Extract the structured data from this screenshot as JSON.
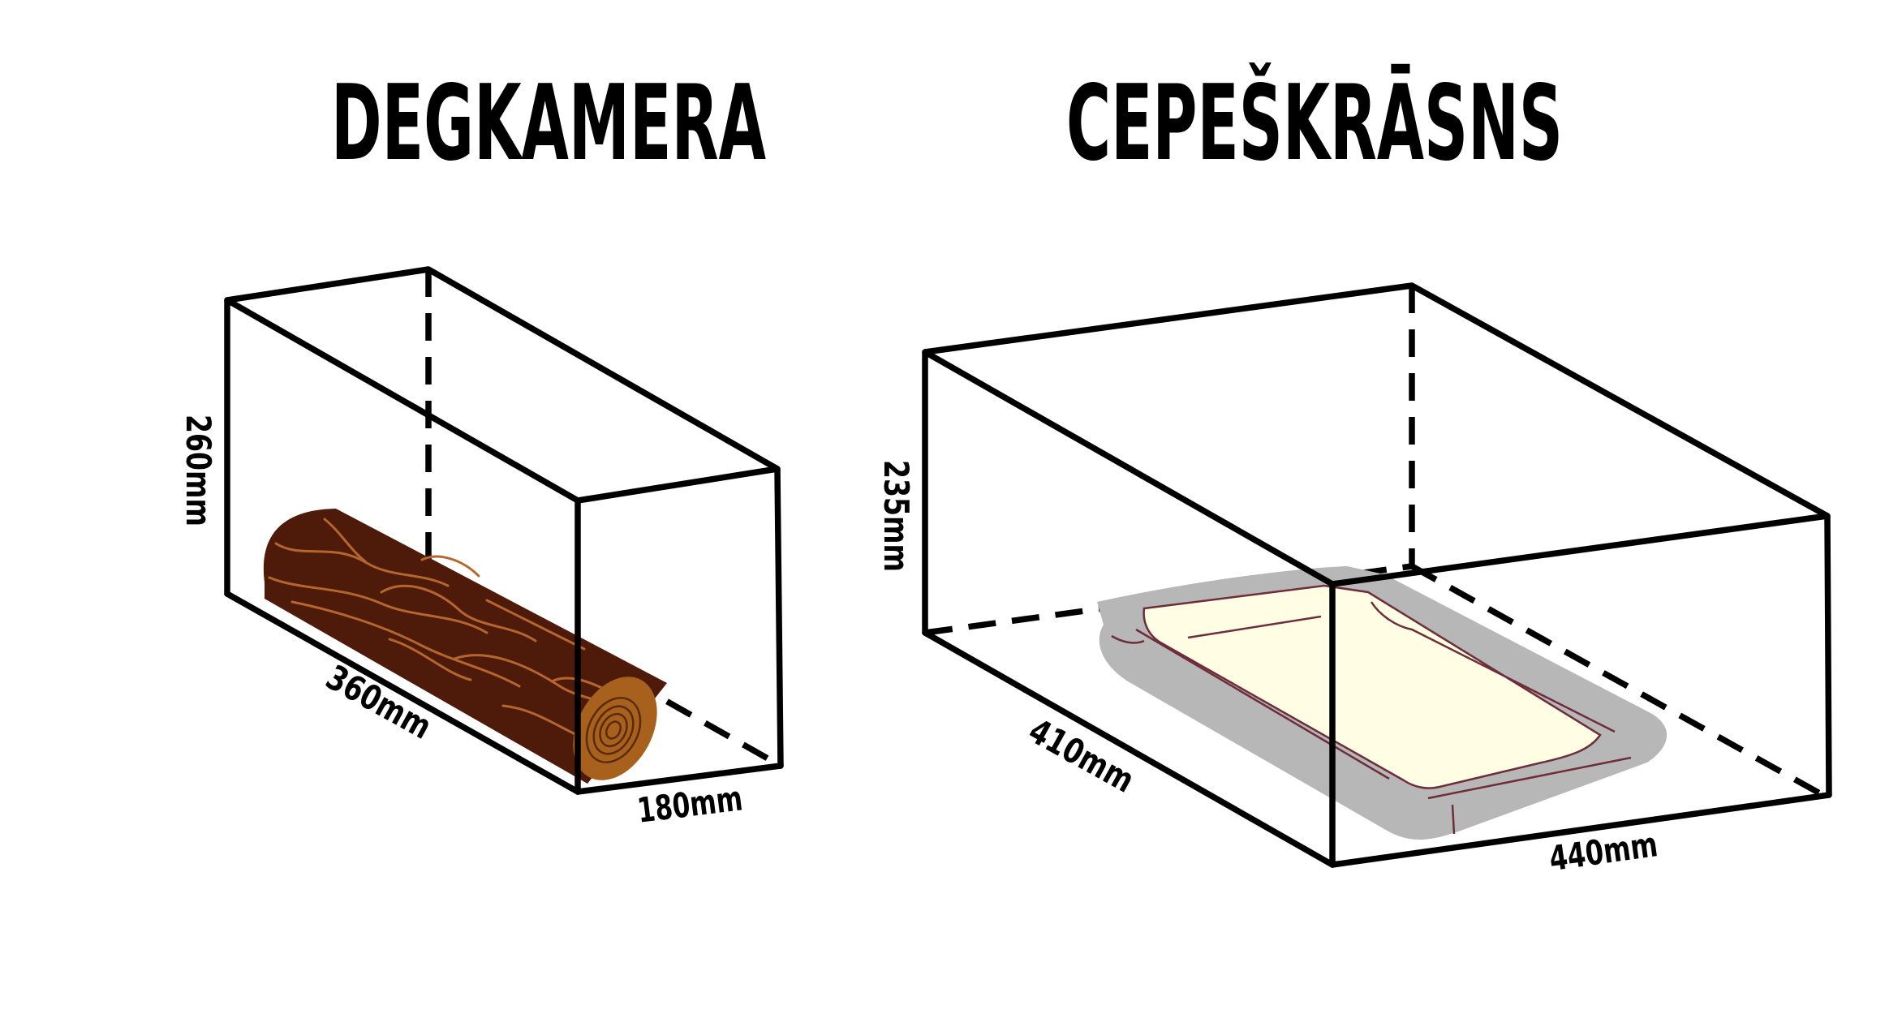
{
  "left_panel": {
    "title": "DEGKAMERA",
    "dimensions": {
      "height": "260mm",
      "length": "360mm",
      "width": "180mm"
    },
    "illustration": "firewood-log"
  },
  "right_panel": {
    "title": "CEPEŠKRĀSNS",
    "dimensions": {
      "height": "235mm",
      "length": "410mm",
      "width": "440mm"
    },
    "illustration": "baking-tray"
  },
  "colors": {
    "line": "#000000",
    "log_bark": "#4e1a0a",
    "log_bark_grain": "#b5662d",
    "log_end": "#a8611c",
    "log_rings": "#5a2a0c",
    "tray_outer": "#b7b7b7",
    "tray_inner": "#fffde3",
    "tray_rim": "#6e2d3b"
  }
}
